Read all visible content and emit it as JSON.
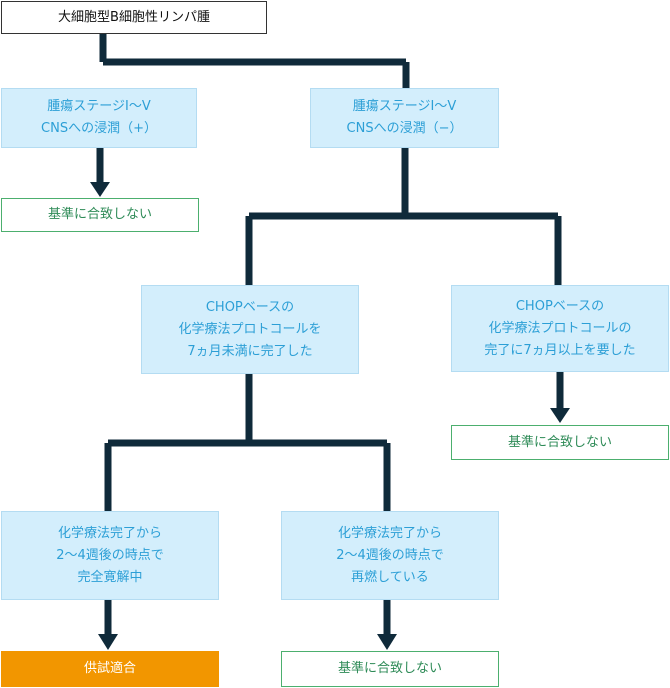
{
  "flowchart": {
    "root": "大細胞型B細胞性リンパ腫",
    "stage_cns_positive": "腫瘍ステージⅠ～Ⅴ\nCNSへの浸潤（+）",
    "stage_cns_negative": "腫瘍ステージⅠ～Ⅴ\nCNSへの浸潤（−）",
    "reject_cns_positive": "基準に合致しない",
    "chop_under_7m": "CHOPベースの\n化学療法プロトコールを\n7ヵ月未満に完了した",
    "chop_7m_or_more": "CHOPベースの\n化学療法プロトコールの\n完了に7ヵ月以上を要した",
    "reject_chop_long": "基準に合致しない",
    "complete_remission": "化学療法完了から\n2～4週後の時点で\n完全寛解中",
    "relapse": "化学療法完了から\n2～4週後の時点で\n再燃している",
    "eligible": "供試適合",
    "reject_relapse": "基準に合致しない"
  },
  "colors": {
    "connector": "#0f2a3a",
    "step_fill": "#d3eefc",
    "step_text": "#2c9fd6",
    "reject_border": "#4caf6e",
    "reject_text": "#2e8b57",
    "eligible_fill": "#f29600",
    "eligible_text": "#ffffff"
  }
}
